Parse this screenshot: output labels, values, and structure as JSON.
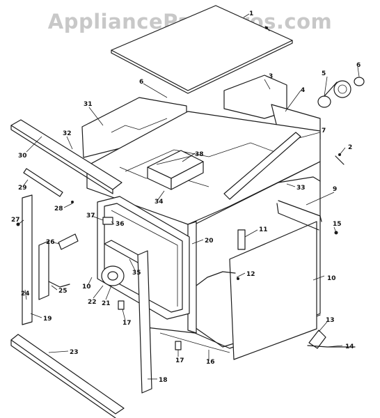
{
  "watermark": "AppliancePartsPros.com",
  "callouts": [
    {
      "id": "c1",
      "text": "1"
    },
    {
      "id": "c2",
      "text": "2"
    },
    {
      "id": "c3",
      "text": "3"
    },
    {
      "id": "c4",
      "text": "4"
    },
    {
      "id": "c5",
      "text": "5"
    },
    {
      "id": "c6a",
      "text": "6"
    },
    {
      "id": "c6b",
      "text": "6"
    },
    {
      "id": "c7",
      "text": "7"
    },
    {
      "id": "c9",
      "text": "9"
    },
    {
      "id": "c10a",
      "text": "10"
    },
    {
      "id": "c10b",
      "text": "10"
    },
    {
      "id": "c11",
      "text": "11"
    },
    {
      "id": "c12",
      "text": "12"
    },
    {
      "id": "c13",
      "text": "13"
    },
    {
      "id": "c14",
      "text": "14"
    },
    {
      "id": "c15",
      "text": "15"
    },
    {
      "id": "c16",
      "text": "16"
    },
    {
      "id": "c17a",
      "text": "17"
    },
    {
      "id": "c17b",
      "text": "17"
    },
    {
      "id": "c18",
      "text": "18"
    },
    {
      "id": "c19",
      "text": "19"
    },
    {
      "id": "c20",
      "text": "20"
    },
    {
      "id": "c21",
      "text": "21"
    },
    {
      "id": "c22",
      "text": "22"
    },
    {
      "id": "c23",
      "text": "23"
    },
    {
      "id": "c24",
      "text": "24"
    },
    {
      "id": "c25",
      "text": "25"
    },
    {
      "id": "c26",
      "text": "26"
    },
    {
      "id": "c27",
      "text": "27"
    },
    {
      "id": "c28",
      "text": "28"
    },
    {
      "id": "c29",
      "text": "29"
    },
    {
      "id": "c30",
      "text": "30"
    },
    {
      "id": "c31",
      "text": "31"
    },
    {
      "id": "c32",
      "text": "32"
    },
    {
      "id": "c33",
      "text": "33"
    },
    {
      "id": "c34",
      "text": "34"
    },
    {
      "id": "c35",
      "text": "35"
    },
    {
      "id": "c36",
      "text": "36"
    },
    {
      "id": "c37",
      "text": "37"
    },
    {
      "id": "c38",
      "text": "38"
    }
  ]
}
